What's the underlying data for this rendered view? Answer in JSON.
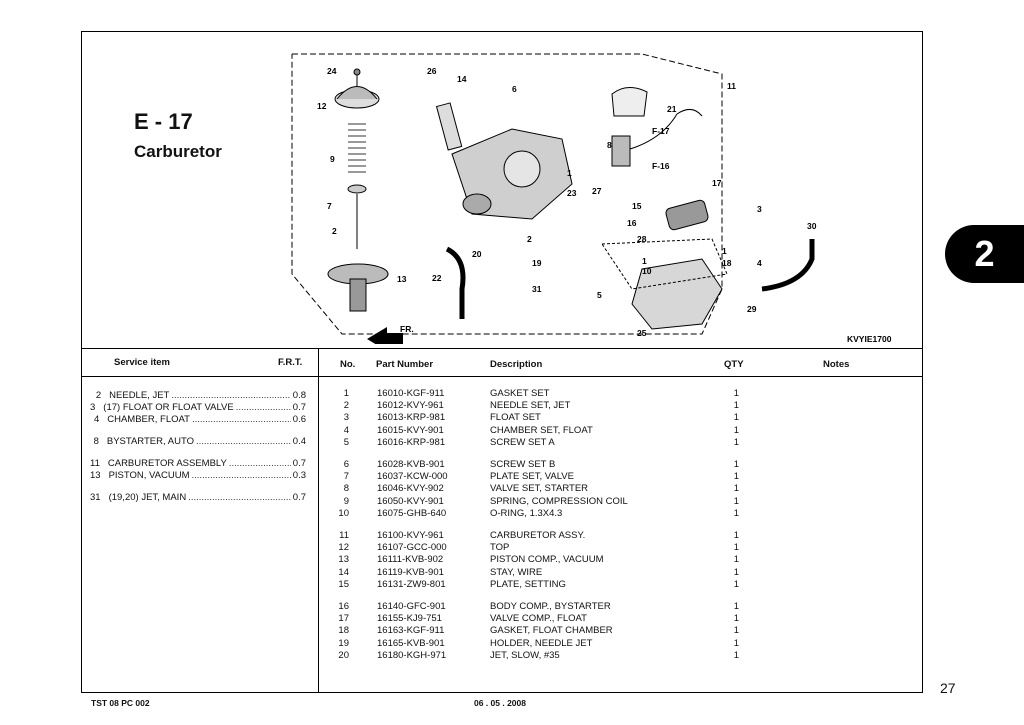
{
  "header": {
    "code": "E - 17",
    "title": "Carburetor"
  },
  "section_tab": "2",
  "page_number": "27",
  "diagram": {
    "code": "KVYIE1700",
    "front_label": "FR.",
    "refs": [
      "F-17",
      "F-16"
    ],
    "callouts": [
      "24",
      "12",
      "9",
      "7",
      "2",
      "13",
      "26",
      "14",
      "6",
      "23",
      "1",
      "27",
      "15",
      "16",
      "28",
      "2",
      "20",
      "19",
      "31",
      "22",
      "5",
      "11",
      "21",
      "8",
      "17",
      "3",
      "30",
      "1",
      "4",
      "18",
      "10",
      "29",
      "25",
      "1"
    ]
  },
  "service": {
    "headers": {
      "item": "Service item",
      "frt": "F.R.T."
    },
    "items": [
      {
        "no": "2",
        "name": "NEEDLE, JET",
        "frt": "0.8"
      },
      {
        "no": "3",
        "name": "(17) FLOAT OR FLOAT VALVE",
        "frt": "0.7"
      },
      {
        "no": "4",
        "name": "CHAMBER, FLOAT",
        "frt": "0.6"
      },
      {
        "no": "8",
        "name": "BYSTARTER, AUTO",
        "frt": "0.4"
      },
      {
        "no": "11",
        "name": "CARBURETOR ASSEMBLY",
        "frt": "0.7"
      },
      {
        "no": "13",
        "name": "PISTON, VACUUM",
        "frt": "0.3"
      },
      {
        "no": "31",
        "name": "(19,20) JET, MAIN",
        "frt": "0.7"
      }
    ]
  },
  "parts": {
    "headers": {
      "no": "No.",
      "part_number": "Part Number",
      "description": "Description",
      "qty": "QTY",
      "notes": "Notes"
    },
    "rows": [
      {
        "no": "1",
        "pn": "16010-KGF-911",
        "desc": "GASKET SET",
        "qty": "1"
      },
      {
        "no": "2",
        "pn": "16012-KVY-961",
        "desc": "NEEDLE SET, JET",
        "qty": "1"
      },
      {
        "no": "3",
        "pn": "16013-KRP-981",
        "desc": "FLOAT SET",
        "qty": "1"
      },
      {
        "no": "4",
        "pn": "16015-KVY-901",
        "desc": "CHAMBER SET, FLOAT",
        "qty": "1"
      },
      {
        "no": "5",
        "pn": "16016-KRP-981",
        "desc": "SCREW SET A",
        "qty": "1"
      },
      {
        "no": "6",
        "pn": "16028-KVB-901",
        "desc": "SCREW SET B",
        "qty": "1"
      },
      {
        "no": "7",
        "pn": "16037-KCW-000",
        "desc": "PLATE SET, VALVE",
        "qty": "1"
      },
      {
        "no": "8",
        "pn": "16046-KVY-902",
        "desc": "VALVE SET, STARTER",
        "qty": "1"
      },
      {
        "no": "9",
        "pn": "16050-KVY-901",
        "desc": "SPRING, COMPRESSION COIL",
        "qty": "1"
      },
      {
        "no": "10",
        "pn": "16075-GHB-640",
        "desc": "O-RING, 1.3X4.3",
        "qty": "1"
      },
      {
        "no": "11",
        "pn": "16100-KVY-961",
        "desc": "CARBURETOR ASSY.",
        "qty": "1"
      },
      {
        "no": "12",
        "pn": "16107-GCC-000",
        "desc": "TOP",
        "qty": "1"
      },
      {
        "no": "13",
        "pn": "16111-KVB-902",
        "desc": "PISTON COMP., VACUUM",
        "qty": "1"
      },
      {
        "no": "14",
        "pn": "16119-KVB-901",
        "desc": "STAY, WIRE",
        "qty": "1"
      },
      {
        "no": "15",
        "pn": "16131-ZW9-801",
        "desc": "PLATE, SETTING",
        "qty": "1"
      },
      {
        "no": "16",
        "pn": "16140-GFC-901",
        "desc": "BODY COMP., BYSTARTER",
        "qty": "1"
      },
      {
        "no": "17",
        "pn": "16155-KJ9-751",
        "desc": "VALVE COMP., FLOAT",
        "qty": "1"
      },
      {
        "no": "18",
        "pn": "16163-KGF-911",
        "desc": "GASKET, FLOAT CHAMBER",
        "qty": "1"
      },
      {
        "no": "19",
        "pn": "16165-KVB-901",
        "desc": "HOLDER, NEEDLE JET",
        "qty": "1"
      },
      {
        "no": "20",
        "pn": "16180-KGH-971",
        "desc": "JET, SLOW, #35",
        "qty": "1"
      }
    ]
  },
  "footer": {
    "doc_code": "TST 08 PC 002",
    "date": "06 . 05 . 2008"
  }
}
